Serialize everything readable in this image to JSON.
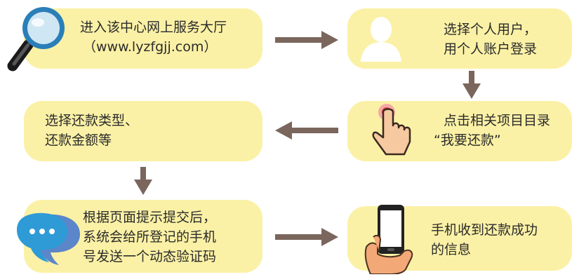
{
  "steps": [
    {
      "id": "step-1",
      "lines": [
        "进入该中心网上服务大厅",
        "（www.lyzfgjj.com）"
      ],
      "icon": "magnifier-icon"
    },
    {
      "id": "step-2",
      "lines": [
        "选择个人用户，",
        "用个人账户登录"
      ],
      "icon": "user-silhouette-icon"
    },
    {
      "id": "step-3",
      "lines": [
        "点击相关项目目录",
        "“我要还款”"
      ],
      "icon": "tap-hand-icon"
    },
    {
      "id": "step-4",
      "lines": [
        "选择还款类型、",
        "还款金额等"
      ],
      "icon": ""
    },
    {
      "id": "step-5",
      "lines": [
        "根据页面提示提交后，",
        "系统会给所登记的手机",
        "号发送一个动态验证码"
      ],
      "icon": "chat-bubble-icon"
    },
    {
      "id": "step-6",
      "lines": [
        "手机收到还款成功",
        "的信息"
      ],
      "icon": "phone-in-hand-icon"
    }
  ],
  "colors": {
    "box": "#fbf1a6",
    "arrow": "#7a665c",
    "text": "#2b2b2b"
  }
}
